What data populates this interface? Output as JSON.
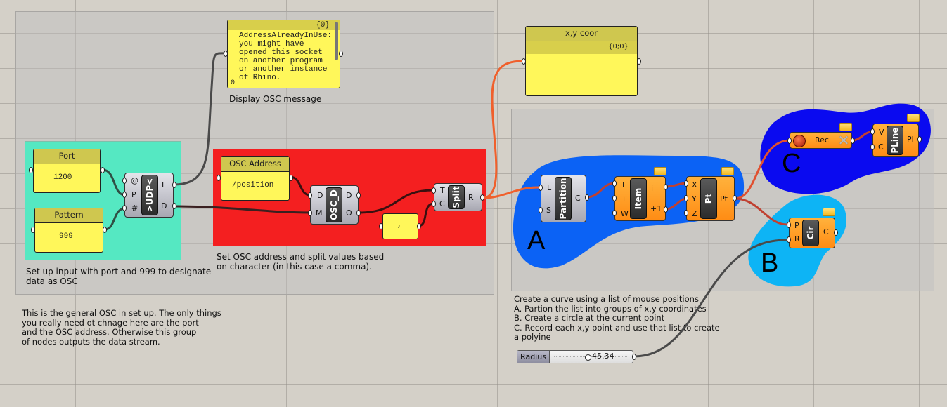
{
  "canvas": {
    "background": "#d4d0c8"
  },
  "groups": {
    "osc_setup": {
      "color": "#bdbdbd"
    },
    "input": {
      "color": "#55e8c2",
      "label": "Set up input with port and 999 to designate\ndata as OSC"
    },
    "osc_address": {
      "color": "#f41f20",
      "label": "Set OSC address and split values based\non character (in this case a comma)."
    },
    "display_label": "Display OSC message",
    "curve": {
      "label": "Create a curve using a list of mouse positions\nA. Partion the list into groups of x,y coordinates\nB. Create a circle at the current point\nC. Record each x,y point and use that list to create\na polyine"
    },
    "blob_a": {
      "letter": "A",
      "color": "#0b62f5"
    },
    "blob_b": {
      "letter": "B",
      "color": "#0db4f5"
    },
    "blob_c": {
      "letter": "C",
      "color": "#0a0af0"
    }
  },
  "notes": {
    "general": "This is the general OSC in set up. The only things\nyou really need ot chnage here are the port\nand the OSC address. Otherwise this group\nof nodes outputs the data stream."
  },
  "panels": {
    "port": {
      "title": "Port",
      "value": "1200"
    },
    "pattern": {
      "title": "Pattern",
      "value": "999"
    },
    "message": {
      "path": "{0}",
      "index": "0",
      "text": "AddressAlreadyInUse:\nyou might have\nopened this socket\non another program\nor another instance\nof Rhino."
    },
    "osc_address": {
      "title": "OSC Address",
      "value": "/position"
    },
    "separator": {
      "value": ","
    },
    "xy_coor": {
      "title": "x,y coor",
      "path": "{0;0}"
    }
  },
  "components": {
    "udp": {
      "name": ">UDP<",
      "inputs": [
        "@",
        "P",
        "#"
      ],
      "outputs": [
        "I",
        "D"
      ]
    },
    "osc_d": {
      "name": "OSC_D",
      "inputs": [
        "D",
        "M"
      ],
      "outputs": [
        "D",
        "O"
      ]
    },
    "split": {
      "name": "Split",
      "inputs": [
        "T",
        "C"
      ],
      "outputs": [
        "R"
      ]
    },
    "partition": {
      "name": "Partition",
      "inputs": [
        "L",
        "S"
      ],
      "outputs": [
        "C"
      ]
    },
    "item": {
      "name": "Item",
      "inputs": [
        "L",
        "i",
        "W"
      ],
      "outputs": [
        "i",
        "+1"
      ]
    },
    "pt": {
      "name": "Pt",
      "inputs": [
        "X",
        "Y",
        "Z"
      ],
      "outputs": [
        "Pt"
      ]
    },
    "rec": {
      "name": "Rec"
    },
    "pline": {
      "name": "PLine",
      "inputs": [
        "V",
        "C"
      ],
      "outputs": [
        "Pl"
      ]
    },
    "cir": {
      "name": "Cir",
      "inputs": [
        "P",
        "R"
      ],
      "outputs": [
        "C"
      ]
    }
  },
  "slider": {
    "label": "Radius",
    "value": "45.34",
    "fraction": 0.5
  }
}
